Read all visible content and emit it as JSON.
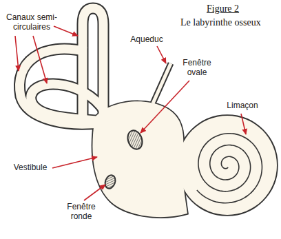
{
  "diagram": {
    "title": "Figure 2",
    "labels": [
      "Le labyrinthe osseux",
      "Canaux semi-circulaires",
      "Aqueduc",
      "Fenêtre ovale",
      "Limaçon",
      "Vestibule",
      "Fenêtre ronde"
    ]
  }
}
